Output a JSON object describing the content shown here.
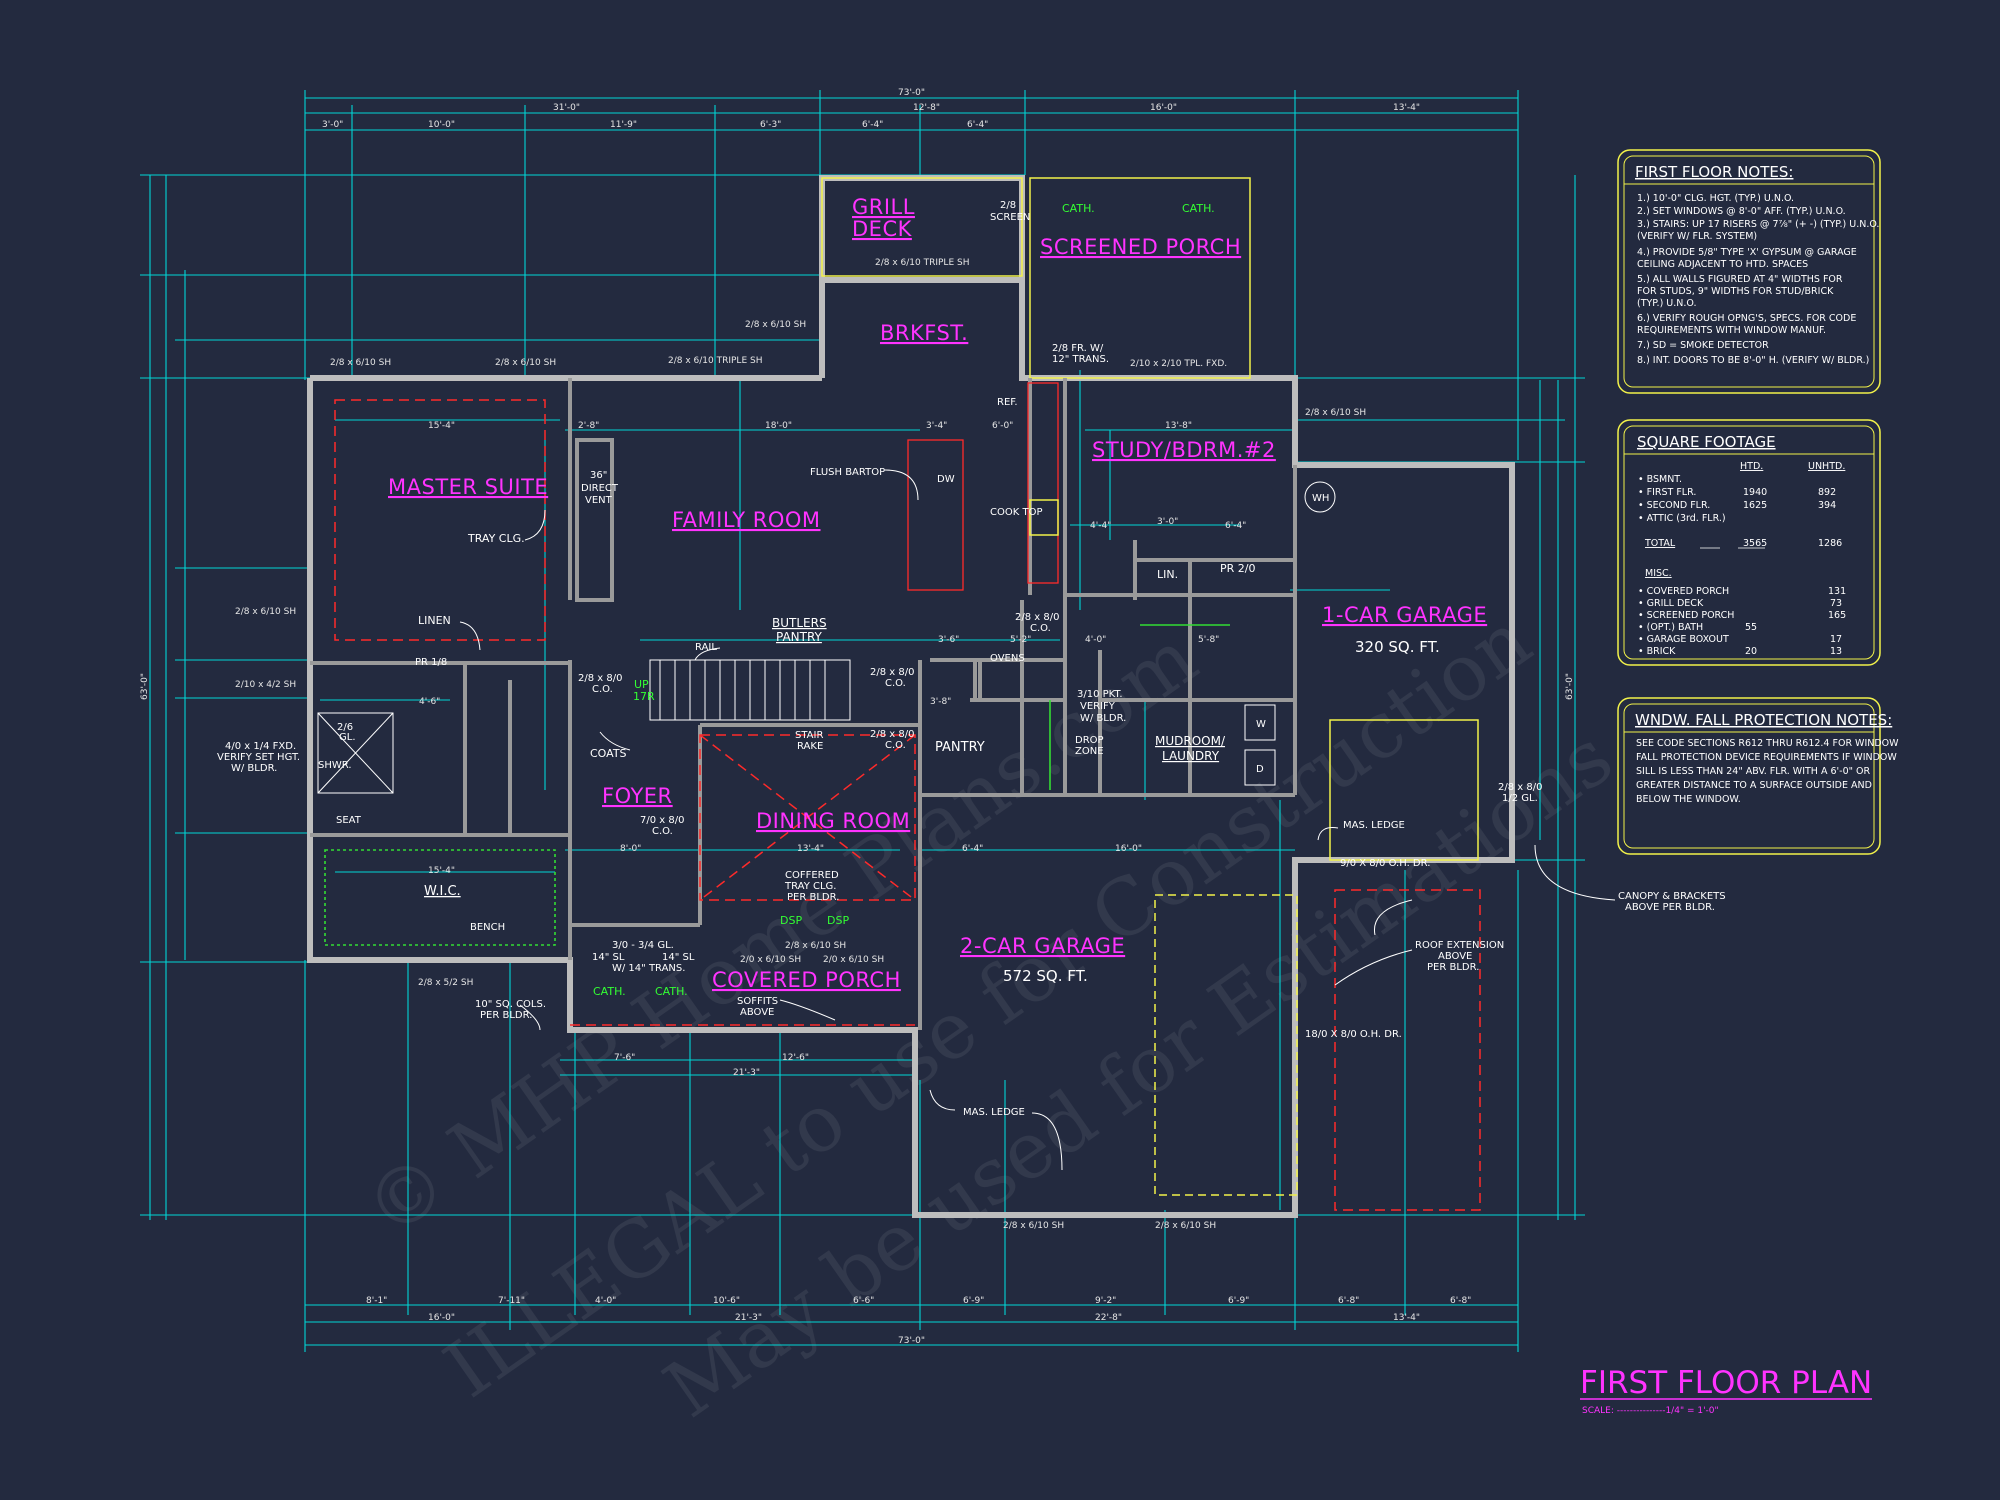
{
  "title": "FIRST FLOOR PLAN",
  "scale": "SCALE: ---------------1/4\" = 1'-0\"",
  "watermark": [
    "© MHP Home Plans.com",
    "ILLEGAL to use for Construction",
    "May be used for Estimations"
  ],
  "rooms": {
    "master_suite": "MASTER SUITE",
    "family_room": "FAMILY ROOM",
    "grill_deck_1": "GRILL",
    "grill_deck_2": "DECK",
    "screened_porch": "SCREENED PORCH",
    "brkfst": "BRKFST.",
    "study": "STUDY/BDRM.#2",
    "garage1": "1-CAR GARAGE",
    "garage1_sqft": "320 SQ. FT.",
    "foyer": "FOYER",
    "dining": "DINING ROOM",
    "covered_porch": "COVERED PORCH",
    "garage2": "2-CAR GARAGE",
    "garage2_sqft": "572 SQ. FT.",
    "wic": "W.I.C.",
    "pantry": "PANTRY",
    "butlers_1": "BUTLERS",
    "butlers_2": "PANTRY",
    "mudroom_1": "MUDROOM/",
    "mudroom_2": "LAUNDRY",
    "pr": "PR 2/0",
    "lin": "LIN."
  },
  "labels": {
    "tray_clg": "TRAY CLG.",
    "linen": "LINEN",
    "pr_18": "PR 1/8",
    "flush_bartop": "FLUSH BARTOP",
    "cook_top": "COOK TOP",
    "ref": "REF.",
    "dw": "DW",
    "direct_vent_1": "36\"",
    "direct_vent_2": "DIRECT",
    "direct_vent_3": "VENT",
    "rail": "RAIL",
    "coats": "COATS",
    "stair_rake_1": "STAIR",
    "stair_rake_2": "RAKE",
    "ovens": "OVENS",
    "drop_zone_1": "DROP",
    "drop_zone_2": "ZONE",
    "verify_1": "3/10 PKT.",
    "verify_2": "VERIFY",
    "verify_3": "W/ BLDR.",
    "wh": "WH",
    "w": "W",
    "d": "D",
    "shwr": "SHWR.",
    "seat": "SEAT",
    "bench": "BENCH",
    "gl": "2/6",
    "gl2": "GL.",
    "coffered_1": "COFFERED",
    "coffered_2": "TRAY CLG.",
    "coffered_3": "PER BLDR.",
    "soffits_1": "SOFFITS",
    "soffits_2": "ABOVE",
    "cols_1": "10\" SQ. COLS.",
    "cols_2": "PER BLDR.",
    "mas_ledge_1": "MAS. LEDGE",
    "mas_ledge_2": "MAS. LEDGE",
    "oh_dr_1": "9/0 X 8/0 O.H. DR.",
    "oh_dr_2": "18/0 X 8/0 O.H. DR.",
    "canopy_1": "CANOPY & BRACKETS",
    "canopy_2": "ABOVE PER BLDR.",
    "roof_ext_1": "ROOF EXTENSION",
    "roof_ext_2": "ABOVE",
    "roof_ext_3": "PER BLDR.",
    "fxd_1": "4/0 x 1/4 FXD.",
    "fxd_2": "VERIFY SET HGT.",
    "fxd_3": "W/ BLDR.",
    "screen_1": "2/8",
    "screen_2": "SCREEN",
    "trans_1": "2/8 FR. W/",
    "trans_2": "12\" TRANS.",
    "cath_1": "CATH.",
    "cath_2": "CATH.",
    "cath_3": "CATH.",
    "cath_4": "CATH.",
    "dsp_1": "DSP",
    "dsp_2": "DSP",
    "co_1": "2/8 x 8/0",
    "co_1b": "C.O.",
    "co_2": "2/8 x 8/0",
    "co_2b": "C.O.",
    "co_3": "2/8 x 8/0",
    "co_3b": "C.O.",
    "co_4": "2/8 x 8/0",
    "co_4b": "C.O.",
    "foyer_co_1": "7/0 x 8/0",
    "foyer_co_2": "C.O.",
    "gl_door_1": "2/8 x 8/0",
    "gl_door_2": "1/2 GL.",
    "glfoyer_1": "3/0 - 3/4 GL.",
    "glfoyer_2": "14\" SL",
    "glfoyer_3": "14\" SL",
    "glfoyer_4": "W/ 14\" TRANS.",
    "up": "UP",
    "r": "17R"
  },
  "windows": {
    "w1": "2/8 x 6/10 SH",
    "w2": "2/8 x 6/10 SH",
    "w3": "2/8 x 6/10 TRIPLE SH",
    "w4": "2/8 x 6/10 TRIPLE SH",
    "w5": "2/8 x 6/10 SH",
    "w6": "2/10 x 2/10 TPL. FXD.",
    "w7": "2/8 x 6/10 SH",
    "w8": "2/8 x 6/10 SH",
    "w9": "2/10 x 4/2 SH",
    "w10": "2/8 x 5/2 SH",
    "w11": "2/0 x 6/10 SH",
    "w12": "2/0 x 6/10 SH",
    "w13": "2/8 x 6/10 SH",
    "w14": "2/8 x 6/10 SH",
    "w15": "2/8 x 6/10 SH"
  },
  "dimensions": {
    "top_total": "73'-0\"",
    "top": [
      "31'-0\"",
      "12'-8\"",
      "16'-0\"",
      "13'-4\""
    ],
    "top_sub": [
      "3'-0\"",
      "10'-0\"",
      "11'-9\"",
      "6'-3\"",
      "6'-4\"",
      "6'-4\""
    ],
    "bottom_total": "73'-0\"",
    "bottom": [
      "16'-0\"",
      "21'-3\"",
      "22'-8\"",
      "13'-4\""
    ],
    "bottom_sub": [
      "8'-1\"",
      "7'-11\"",
      "4'-0\"",
      "10'-6\"",
      "6'-6\"",
      "6'-9\"",
      "9'-2\"",
      "6'-9\"",
      "6'-8\"",
      "6'-8\""
    ],
    "left_total": "63'-0\"",
    "right_total": "63'-0\"",
    "room": [
      "15'-4\"",
      "18'-0\"",
      "13'-8\"",
      "3'-4\"",
      "6'-0\"",
      "4'-6\"",
      "15'-4\"",
      "13'-4\"",
      "8'-0\"",
      "6'-4\"",
      "16'-0\"",
      "4'-4\"",
      "3'-0\"",
      "6'-4\"",
      "4'-0\"",
      "5'-8\"",
      "7'-6\"",
      "12'-6\"",
      "21'-3\"",
      "2'-8\"",
      "3'-6\"",
      "5'-2\"",
      "3'-8\""
    ]
  },
  "notes_box": {
    "title": "FIRST FLOOR NOTES:",
    "lines": [
      "1.) 10'-0\" CLG. HGT. (TYP.) U.N.O.",
      "2.) SET WINDOWS @ 8'-0\" AFF. (TYP.) U.N.O.",
      "3.) STAIRS: UP 17 RISERS @ 7⅞\" (+ -) (TYP.) U.N.O.",
      "    (VERIFY W/ FLR. SYSTEM)",
      "4.) PROVIDE 5/8\" TYPE 'X' GYPSUM @ GARAGE",
      "    CEILING ADJACENT TO HTD. SPACES",
      "5.) ALL WALLS FIGURED AT 4\" WIDTHS FOR",
      "    FOR STUDS, 9\" WIDTHS FOR STUD/BRICK",
      "    (TYP.) U.N.O.",
      "6.) VERIFY ROUGH OPNG'S, SPECS. FOR CODE",
      "    REQUIREMENTS WITH WINDOW MANUF.",
      "7.) SD = SMOKE DETECTOR",
      "8.) INT. DOORS TO BE 8'-0\" H. (VERIFY W/ BLDR.)"
    ]
  },
  "sqft_box": {
    "title": "SQUARE FOOTAGE",
    "col_htd": "HTD.",
    "col_unhtd": "UNHTD.",
    "rows": [
      {
        "label": "• BSMNT.",
        "htd": "",
        "unhtd": ""
      },
      {
        "label": "• FIRST FLR.",
        "htd": "1940",
        "unhtd": "892"
      },
      {
        "label": "• SECOND FLR.",
        "htd": "1625",
        "unhtd": "394"
      },
      {
        "label": "• ATTIC (3rd. FLR.)",
        "htd": "",
        "unhtd": ""
      },
      {
        "label": "TOTAL",
        "htd": "3565",
        "unhtd": "1286"
      }
    ],
    "misc_title": "MISC.",
    "misc": [
      {
        "label": "• COVERED PORCH",
        "htd": "",
        "unhtd": "131"
      },
      {
        "label": "• GRILL DECK",
        "htd": "",
        "unhtd": "73"
      },
      {
        "label": "• SCREENED PORCH",
        "htd": "",
        "unhtd": "165"
      },
      {
        "label": "• (OPT.) BATH",
        "htd": "55",
        "unhtd": ""
      },
      {
        "label": "• GARAGE BOXOUT",
        "htd": "",
        "unhtd": "17"
      },
      {
        "label": "• BRICK",
        "htd": "20",
        "unhtd": "13"
      }
    ]
  },
  "fall_box": {
    "title": "WNDW. FALL PROTECTION NOTES:",
    "lines": [
      "SEE CODE SECTIONS R612 THRU R612.4 FOR WINDOW",
      "FALL PROTECTION DEVICE REQUIREMENTS IF WINDOW",
      "SILL IS LESS THAN 24\" ABV. FLR. WITH A 6'-0\" OR",
      "GREATER DISTANCE TO A SURFACE OUTSIDE AND",
      "BELOW THE WINDOW."
    ]
  },
  "colors": {
    "background": "#232a3f",
    "room_label": "#ff33ff",
    "dimension": "#00d6d6",
    "wall": "#bdbdbd",
    "box_border": "#f2f24a",
    "red_detail": "#ff2a2a",
    "green_detail": "#33ff33"
  }
}
